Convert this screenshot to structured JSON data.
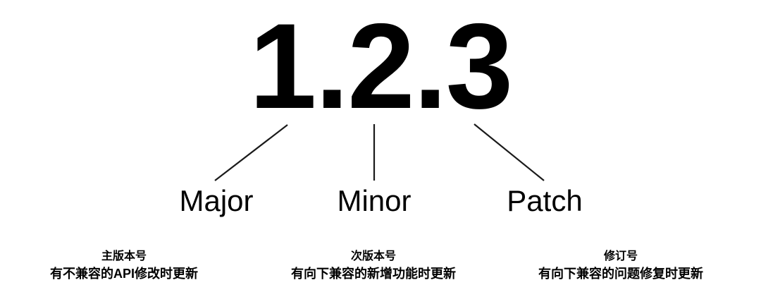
{
  "version": {
    "full": "1.2.3",
    "major_digit": "1",
    "minor_digit": "2",
    "patch_digit": "3"
  },
  "roles": {
    "major": "Major",
    "minor": "Minor",
    "patch": "Patch"
  },
  "captions": {
    "major": {
      "title": "主版本号",
      "description": "有不兼容的API修改时更新"
    },
    "minor": {
      "title": "次版本号",
      "description": "有向下兼容的新增功能时更新"
    },
    "patch": {
      "title": "修订号",
      "description": "有向下兼容的问题修复时更新"
    }
  },
  "colors": {
    "background": "#ffffff",
    "text": "#000000",
    "connector": "#1a1a1a"
  }
}
